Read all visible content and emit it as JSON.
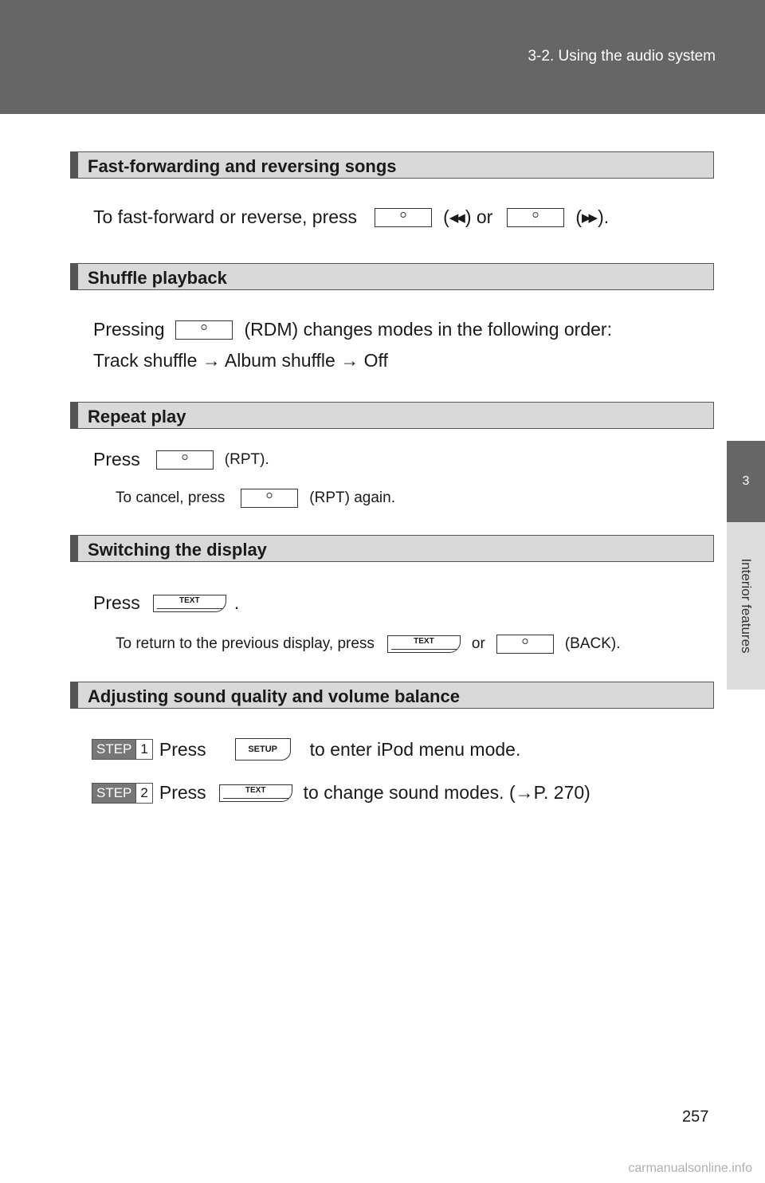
{
  "header": {
    "title": "3-2. Using the audio system"
  },
  "side_tab": {
    "number": "3",
    "label": "Interior features"
  },
  "sections": {
    "ff": {
      "heading": "Fast-forwarding and reversing songs",
      "line_start": "To fast-forward or reverse, press",
      "paren_open1": "(",
      "rew_symbol": "◀◀",
      "mid": ") or",
      "paren_open2": "(",
      "ff_symbol": "▶▶",
      "end": ")."
    },
    "shuffle": {
      "heading": "Shuffle playback",
      "line1_start": "Pressing",
      "line1_end": "(RDM) changes modes in the following order:",
      "line2": "Track shuffle → Album shuffle → Off"
    },
    "repeat": {
      "heading": "Repeat play",
      "press": "Press",
      "rpt": "(RPT).",
      "cancel_start": "To cancel, press",
      "cancel_end": "(RPT) again."
    },
    "display": {
      "heading": "Switching the display",
      "press": "Press",
      "period": ".",
      "return_start": "To return to the previous display, press",
      "or": "or",
      "back": "(BACK)."
    },
    "sound": {
      "heading": "Adjusting sound quality and volume balance",
      "steps": [
        {
          "label": "STEP",
          "num": "1",
          "press": "Press",
          "button": "SETUP",
          "text": "to enter iPod menu mode."
        },
        {
          "label": "STEP",
          "num": "2",
          "press": "Press",
          "button": "TEXT",
          "text": "to change sound modes. (→P. 270)"
        }
      ]
    }
  },
  "button_text_label": "TEXT",
  "page_number": "257",
  "watermark": "carmanualsonline.info"
}
